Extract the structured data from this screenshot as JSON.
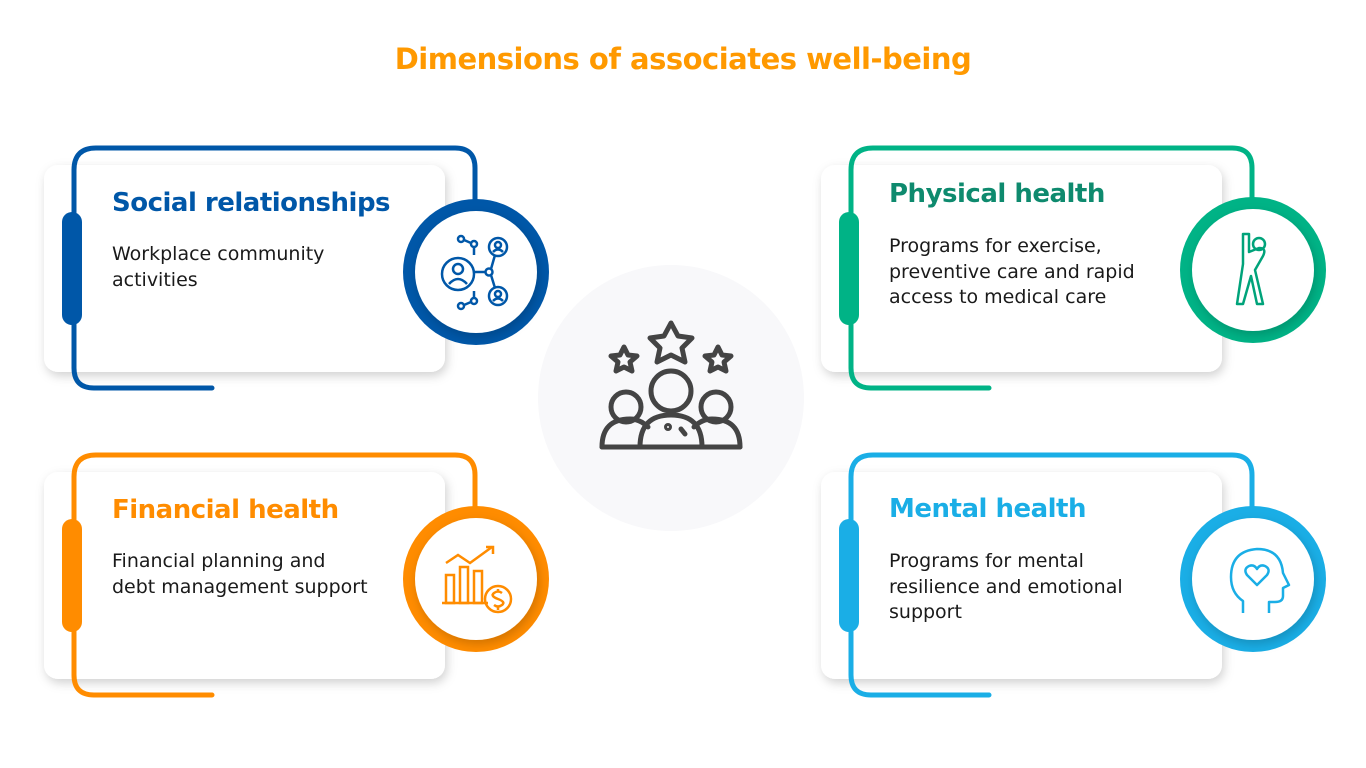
{
  "title": "Dimensions of associates well-being",
  "center_icon": "team-stars-icon",
  "cards": [
    {
      "title": "Social relationships",
      "description": "Workplace community activities",
      "color": "#0057A8",
      "icon": "social-network-icon"
    },
    {
      "title": "Physical health",
      "description": "Programs for exercise, preventive care and rapid access to medical care",
      "color": "#00B386",
      "title_color": "#0E8A6E",
      "icon": "stretching-person-icon"
    },
    {
      "title": "Financial health",
      "description": "Financial planning and debt management support",
      "color": "#FF8C00",
      "icon": "financial-growth-icon"
    },
    {
      "title": "Mental health",
      "description": "Programs for mental resilience and emotional support",
      "color": "#1AAEE6",
      "icon": "mind-heart-icon"
    }
  ]
}
